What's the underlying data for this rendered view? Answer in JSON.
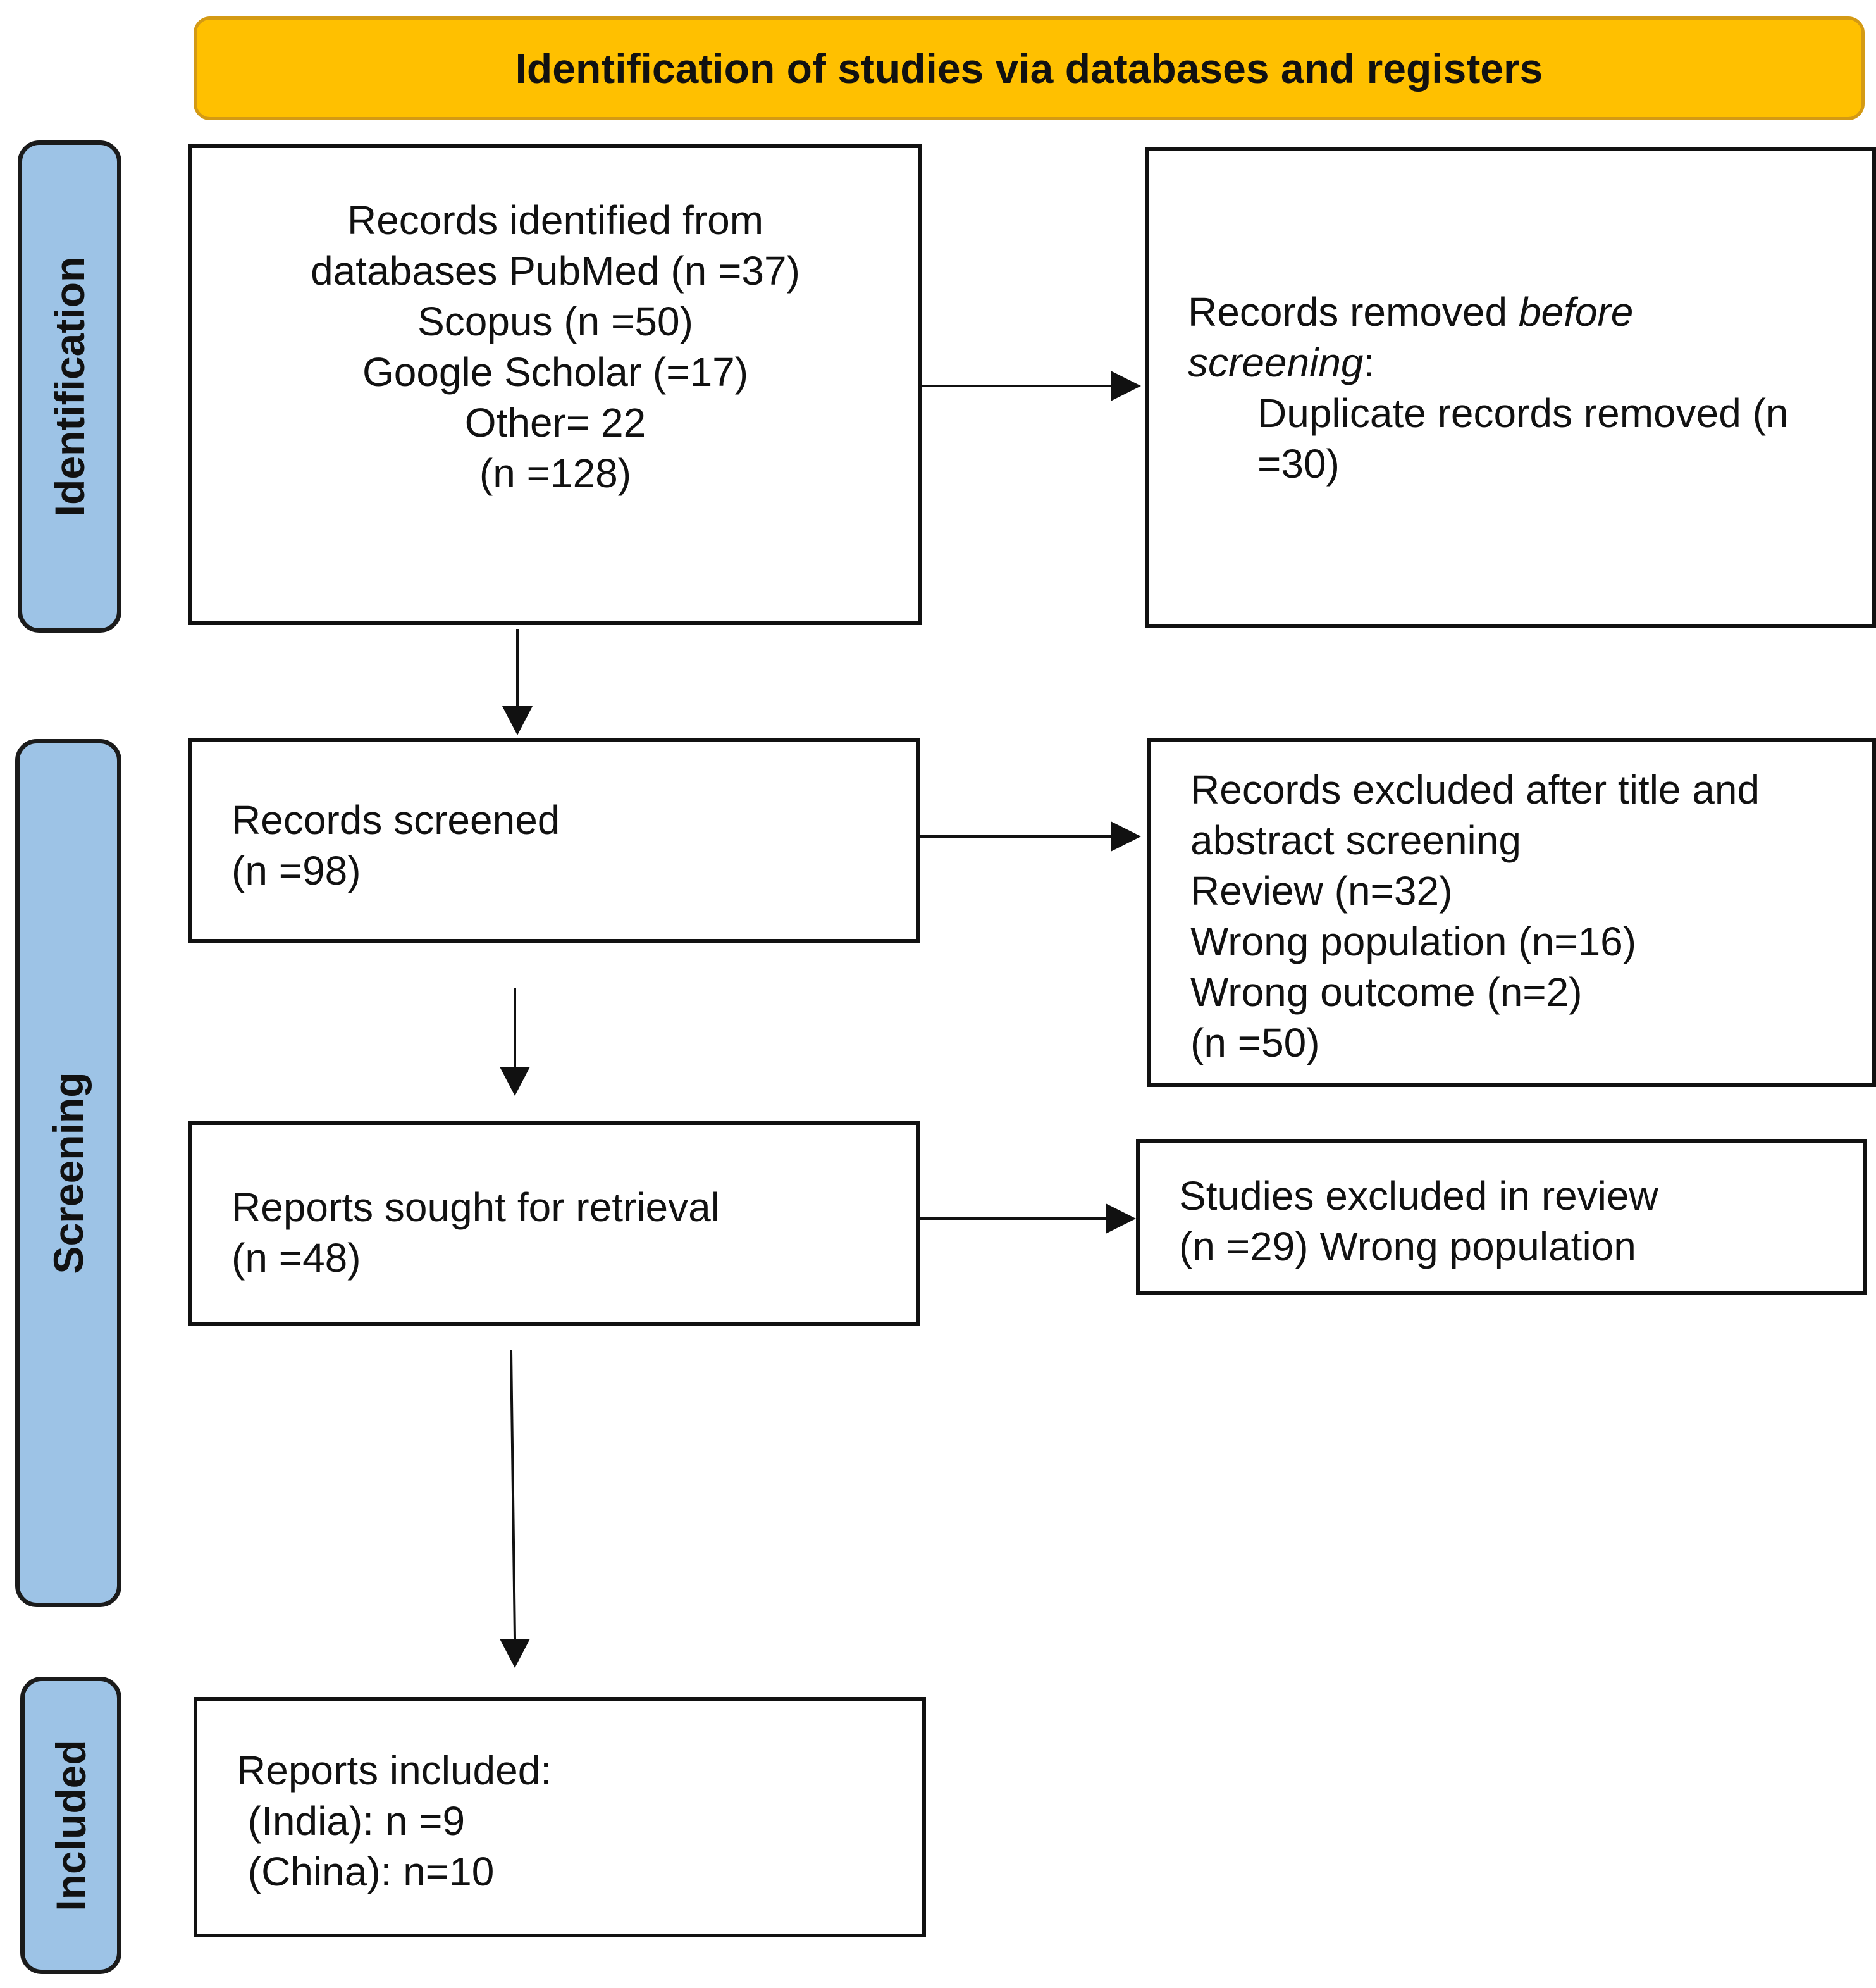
{
  "header": {
    "title": "Identification of studies via databases and registers"
  },
  "stages": {
    "identification": "Identification",
    "screening": "Screening",
    "included": "Included"
  },
  "records_identified": {
    "lines": [
      "Records identified from",
      "databases PubMed (n =37)",
      "Scopus (n =50)",
      "Google Scholar (=17)",
      "Other= 22",
      "(n =128)"
    ]
  },
  "records_removed": {
    "line1_prefix": "Records removed ",
    "line1_italic": "before",
    "line2_italic": "screening",
    "line2_suffix": ":",
    "line3": "Duplicate records removed (n",
    "line4": "=30)"
  },
  "records_screened": {
    "lines": [
      "Records screened",
      "(n =98)"
    ]
  },
  "records_excluded": {
    "lines": [
      "Records excluded after title and",
      "abstract screening",
      "Review (n=32)",
      "Wrong population (n=16)",
      "Wrong outcome (n=2)",
      "(n =50)"
    ]
  },
  "reports_sought": {
    "lines": [
      "Reports sought for retrieval",
      "(n =48)"
    ]
  },
  "studies_excluded": {
    "lines": [
      "Studies excluded in review",
      "(n =29) Wrong population"
    ]
  },
  "reports_included": {
    "lines": [
      "Reports included:",
      " (India): n =9",
      " (China): n=10"
    ]
  },
  "colors": {
    "header_fill": "#ffc000",
    "header_border": "#d49a14",
    "stage_fill": "#9dc3e6",
    "line": "#111111"
  }
}
